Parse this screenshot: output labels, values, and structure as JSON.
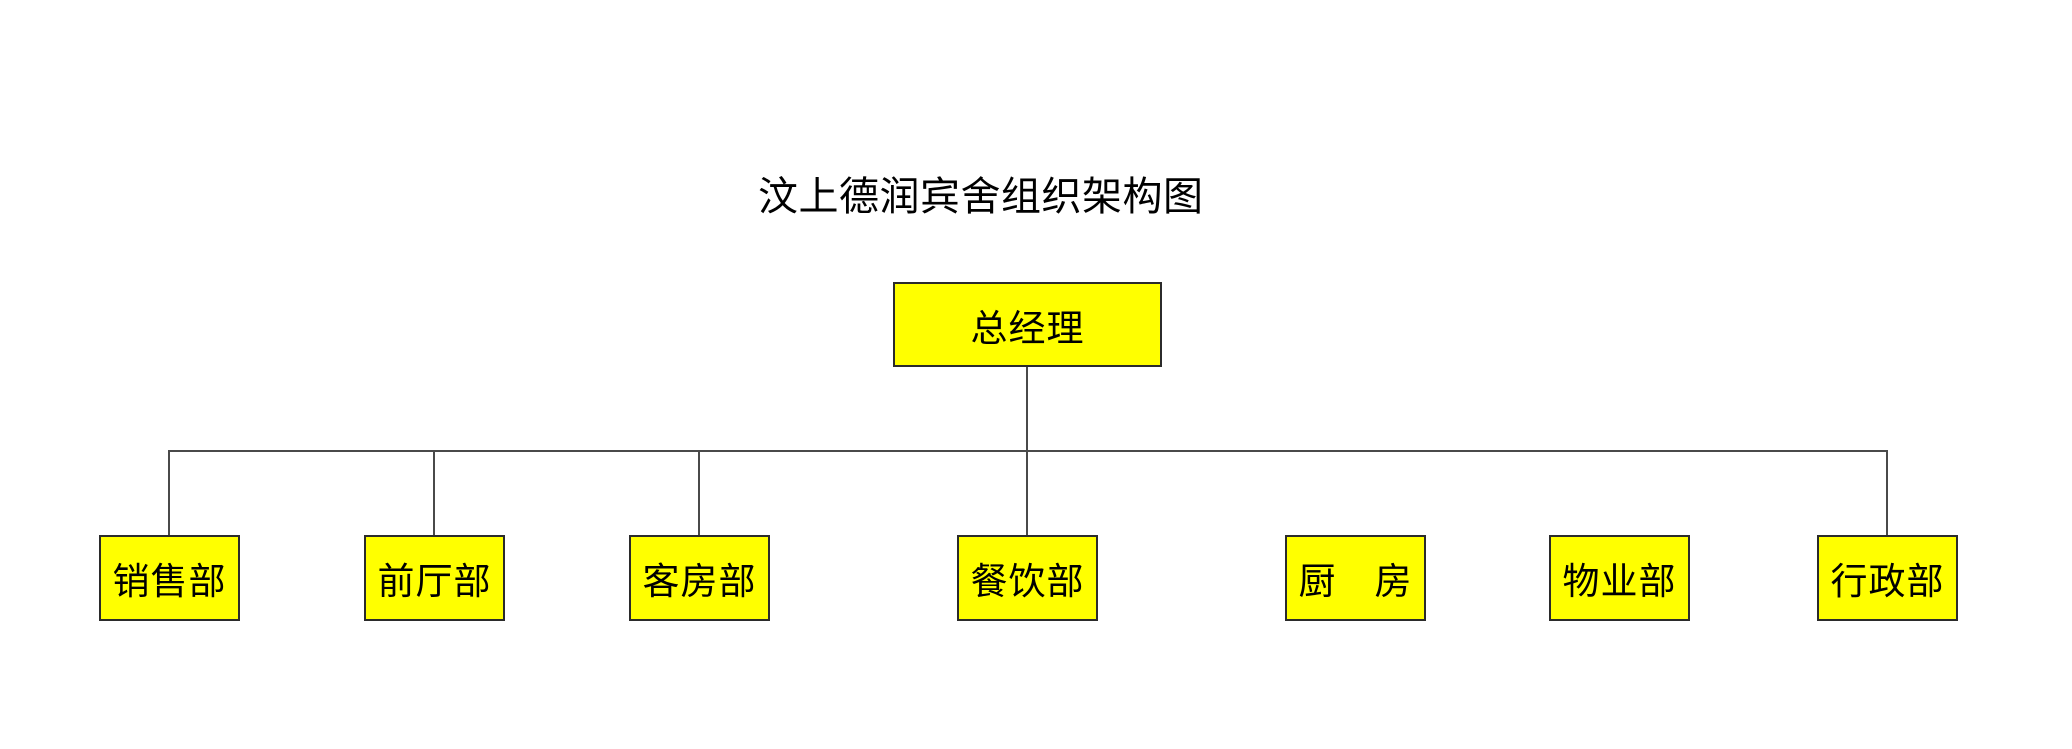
{
  "page": {
    "title": "汶上德润宾舍组织架构图",
    "background_color": "#ffffff"
  },
  "org_chart": {
    "type": "org-chart",
    "root": {
      "label": "总经理"
    },
    "departments": [
      {
        "label": "销售部",
        "connected_to_root": true
      },
      {
        "label": "前厅部",
        "connected_to_root": true
      },
      {
        "label": "客房部",
        "connected_to_root": true
      },
      {
        "label": "餐饮部",
        "connected_to_root": true
      },
      {
        "label": "厨　房",
        "connected_to_root": false
      },
      {
        "label": "物业部",
        "connected_to_root": false
      },
      {
        "label": "行政部",
        "connected_to_root": true
      }
    ],
    "colors": {
      "box_fill": "#ffff00",
      "box_border": "#2b2b2b",
      "connector_line": "#4a4a4a",
      "text": "#000000"
    }
  }
}
